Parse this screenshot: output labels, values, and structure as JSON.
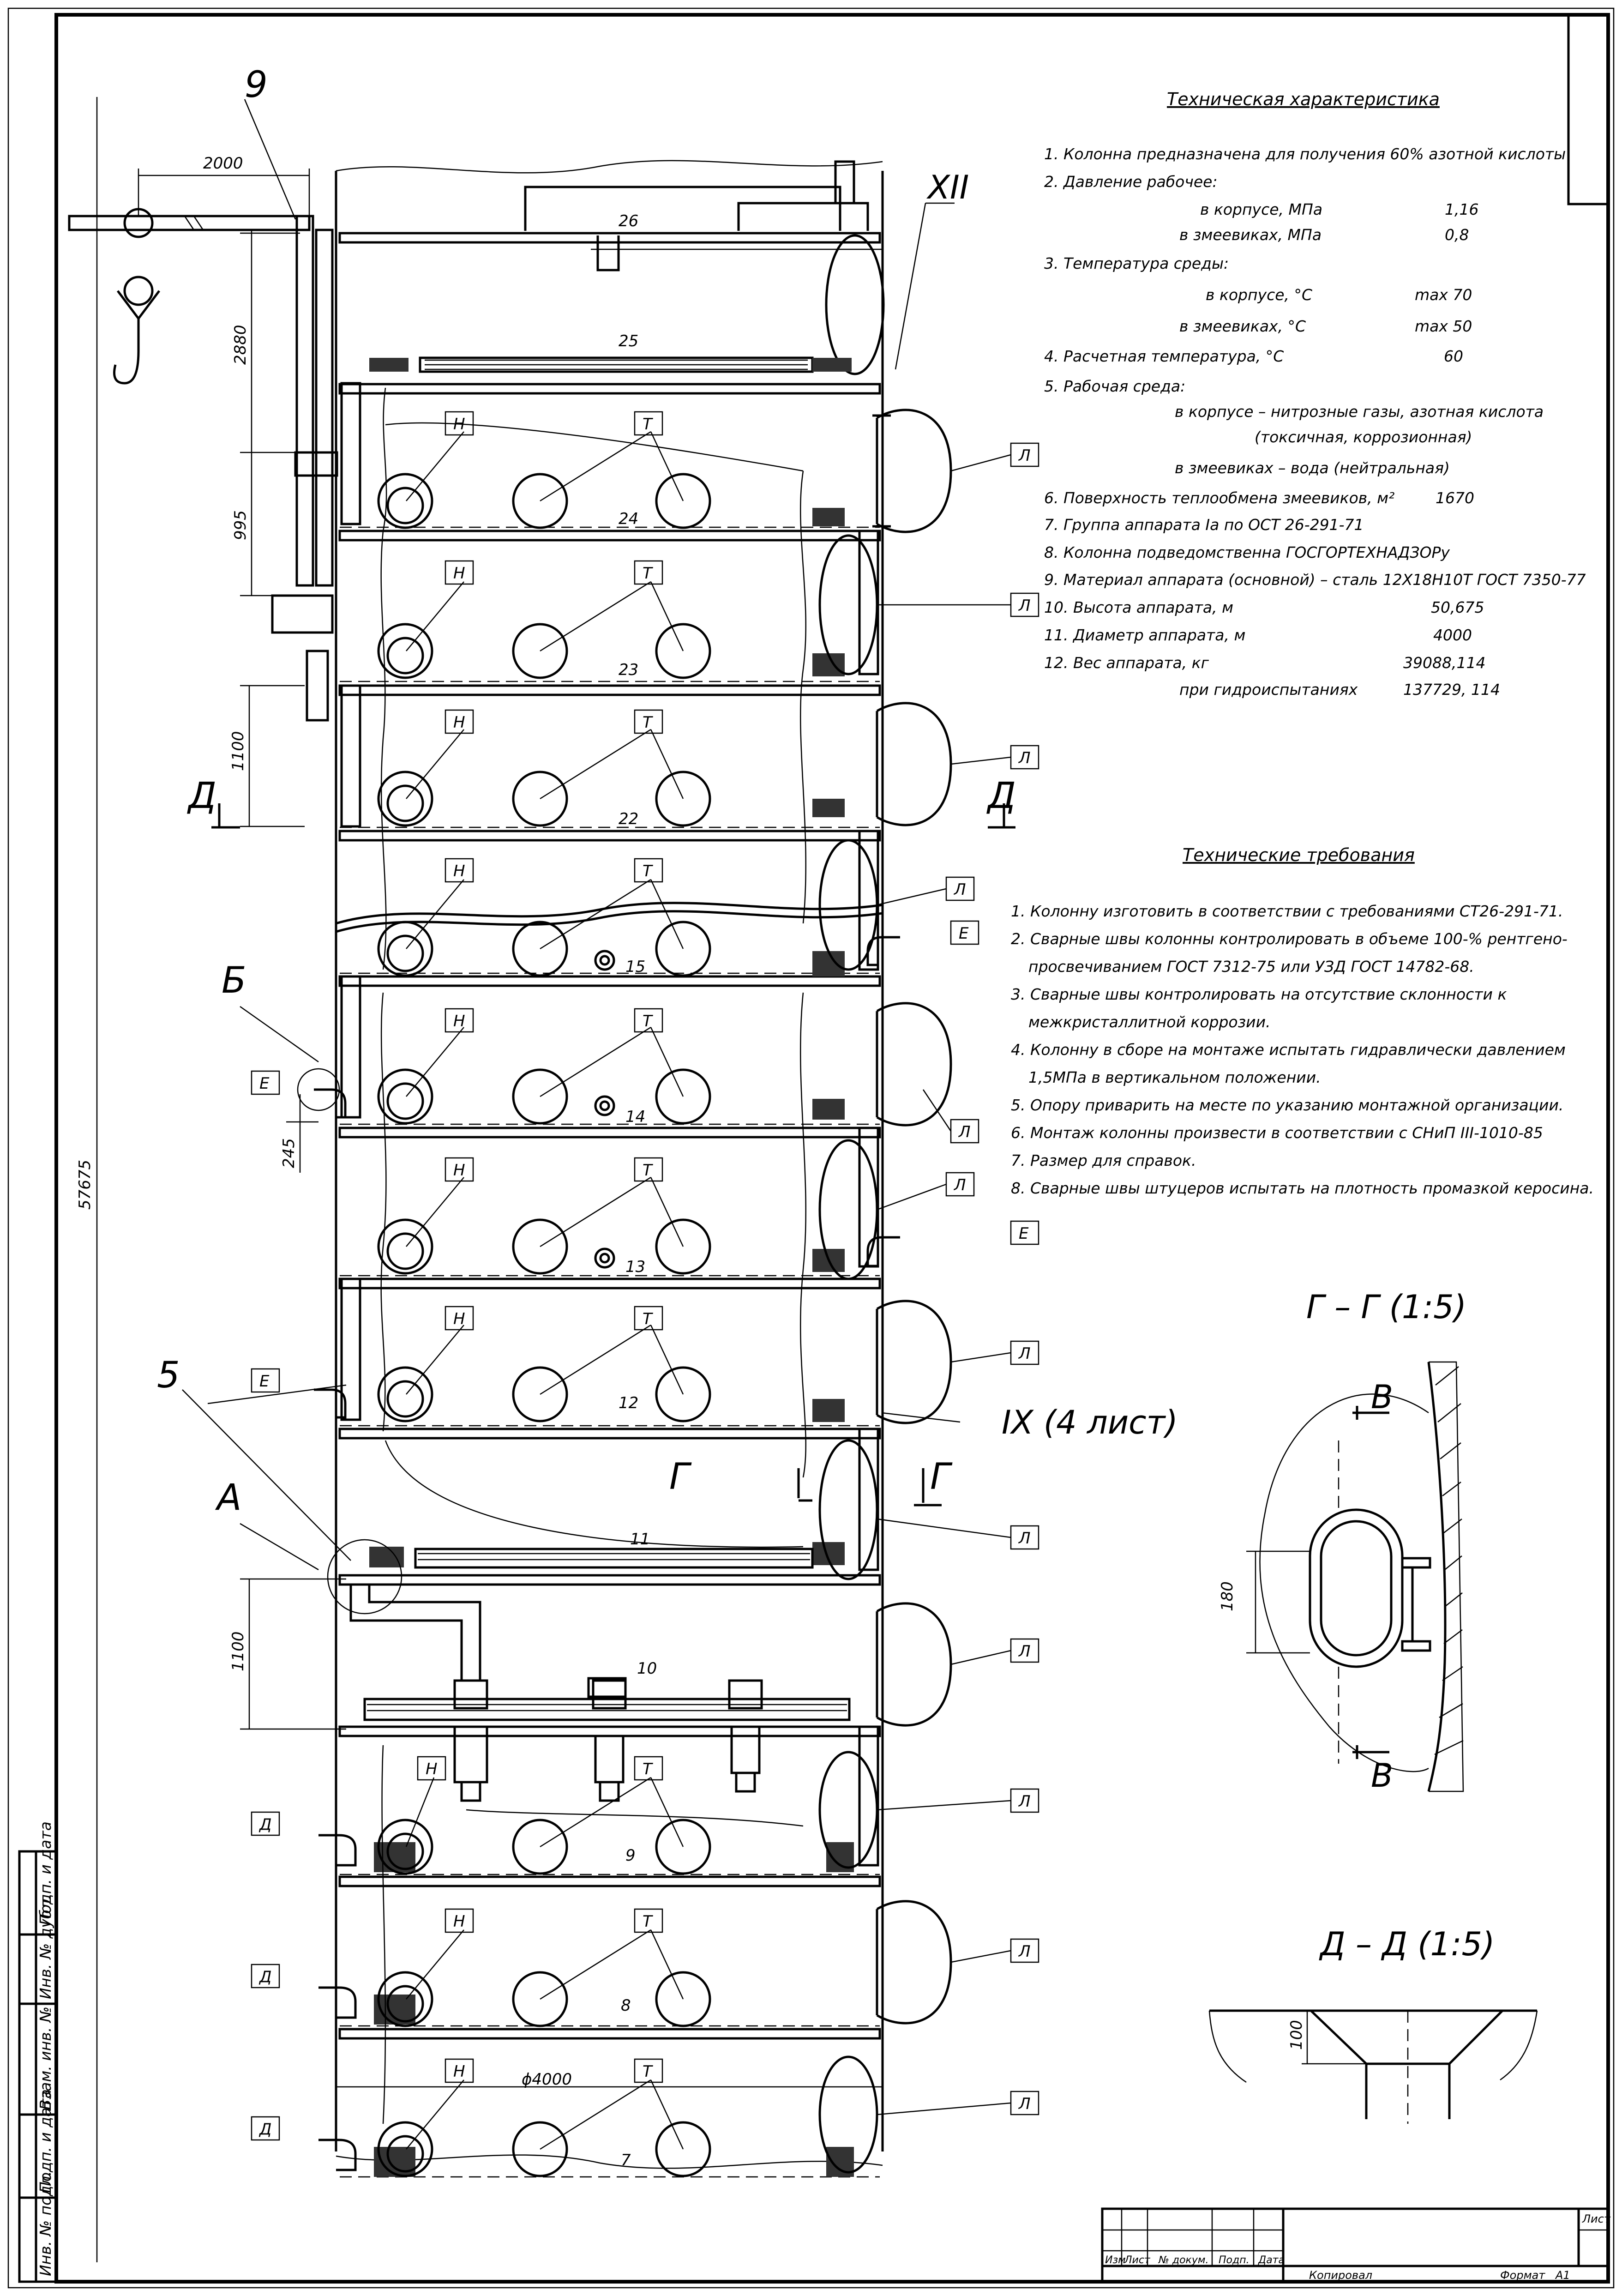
{
  "tech_spec": {
    "title": "Техническая характеристика",
    "lines": [
      {
        "label": "1. Колонна предназначена для получения 60% азотной кислоты",
        "value": ""
      },
      {
        "label": "2. Давление рабочее:",
        "value": ""
      },
      {
        "label": "в корпусе, МПа",
        "value": "1,16"
      },
      {
        "label": "в змеевиках, МПа",
        "value": "0,8"
      },
      {
        "label": "3. Температура среды:",
        "value": ""
      },
      {
        "label": "в корпусе, °С",
        "value": "max 70"
      },
      {
        "label": "в змеевиках, °С",
        "value": "max 50"
      },
      {
        "label": "4. Расчетная температура, °С",
        "value": "60"
      },
      {
        "label": "5. Рабочая среда:",
        "value": ""
      },
      {
        "label": "в корпусе – нитрозные газы, азотная кислота",
        "value": ""
      },
      {
        "label": "(токсичная, коррозионная)",
        "value": ""
      },
      {
        "label": "в змеевиках – вода (нейтральная)",
        "value": ""
      },
      {
        "label": "6. Поверхность теплообмена змеевиков, м²",
        "value": "1670"
      },
      {
        "label": "7. Группа аппарата Ia по ОСТ 26-291-71",
        "value": ""
      },
      {
        "label": "8. Колонна подведомственна ГОСГОРТЕХНАДЗОРу",
        "value": ""
      },
      {
        "label": "9. Материал аппарата (основной) – сталь 12Х18Н10Т ГОСТ 7350-77",
        "value": ""
      },
      {
        "label": "10. Высота аппарата, м",
        "value": "50,675"
      },
      {
        "label": "11. Диаметр аппарата, м",
        "value": "4000"
      },
      {
        "label": "12. Вес аппарата, кг",
        "value": "39088,114"
      },
      {
        "label": "при гидроиспытаниях",
        "value": "137729, 114"
      }
    ]
  },
  "tech_req": {
    "title": "Технические требования",
    "lines": [
      "1. Колонну изготовить в соответствии с требованиями СТ26-291-71.",
      "2. Сварные швы колонны контролировать в объеме 100-% рентгено-",
      "просвечиванием ГОСТ 7312-75 или УЗД ГОСТ 14782-68.",
      "3. Сварные швы контролировать на отсутствие склонности к",
      "межкристаллитной коррозии.",
      "4. Колонну в сборе на монтаже испытать гидравлически давлением",
      "1,5МПа в вертикальном положении.",
      "5. Опору приварить на месте по указанию монтажной организации.",
      "6. Монтаж колонны произвести в соответствии с СНиП III-1010-85",
      "7. Размер для справок.",
      "8. Сварные швы штуцеров испытать на плотность промазкой керосина."
    ]
  },
  "section_gg": {
    "title": "Г – Г (1:5)",
    "cut": "В",
    "dim": "180"
  },
  "section_dd": {
    "title": "Д – Д (1:5)",
    "dim": "100"
  },
  "dims": {
    "boom": "2000",
    "d2880": "2880",
    "d995": "995",
    "d1100a": "1100",
    "d245": "245",
    "d1100b": "1100",
    "total": "57675",
    "diameter": "ϕ4000"
  },
  "callouts": {
    "c9": "9",
    "c5": "5",
    "cA": "А",
    "cB": "Б",
    "cXII": "XII",
    "cIX": "IX (4 лист)",
    "cD": "Д",
    "cG": "Г",
    "cDD": "Д"
  },
  "letters": {
    "N": "Н",
    "T": "Т",
    "L": "Л",
    "E": "Е",
    "D": "Д"
  },
  "trays": {
    "t26": "26",
    "t25": "25",
    "t24": "24",
    "t23": "23",
    "t22": "22",
    "t15": "15",
    "t14": "14",
    "t13": "13",
    "t12": "12",
    "t11": "11",
    "t10": "10",
    "t9": "9",
    "t8": "8",
    "t7": "7"
  },
  "title_block": {
    "cols": [
      "Изм",
      "Лист",
      "№ докум.",
      "Подп.",
      "Дата"
    ],
    "sheet": "Лист",
    "copied": "Копировал",
    "format": "Формат",
    "format_val": "А1"
  },
  "side_stamp": [
    "Инв. № подл.",
    "Подп. и дата",
    "Взам. инв. №",
    "Инв. № дубл.",
    "Подп. и дата"
  ]
}
